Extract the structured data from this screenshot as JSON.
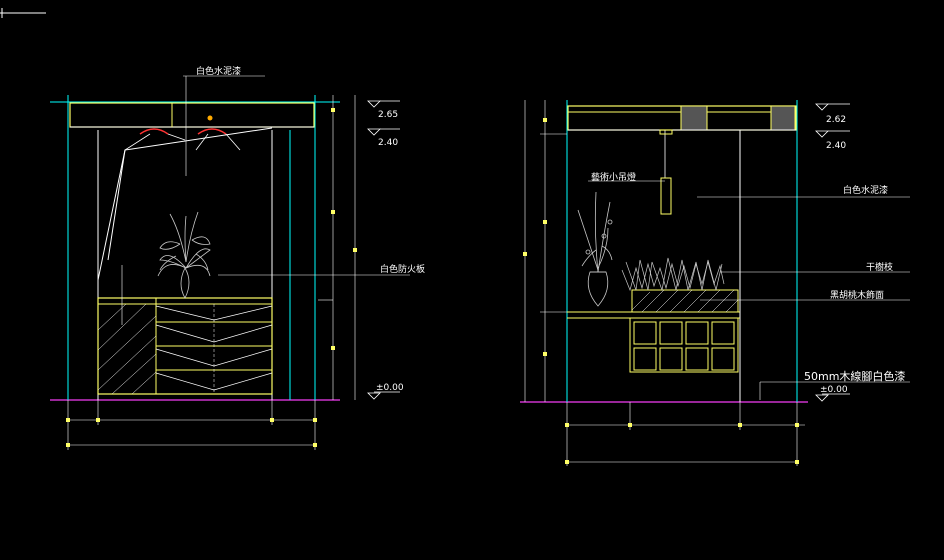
{
  "colors": {
    "background": "#000000",
    "frame": "#ffffff",
    "cyan": "#00ffff",
    "yellow": "#ffff66",
    "floor": "#cc33cc",
    "red": "#ff3333",
    "plant": "#c8c8c8"
  },
  "left_elevation": {
    "labels": {
      "ceiling_paint": "白色水泥漆",
      "fireproof_board": "白色防火板"
    },
    "levels": {
      "ceiling": "2.65",
      "soffit": "2.40",
      "floor": "±0.00"
    }
  },
  "right_elevation": {
    "labels": {
      "pendant": "藝術小吊燈",
      "ceiling_paint": "白色水泥漆",
      "dry_branches": "干樹枝",
      "walnut_veneer": "黑胡桃木飾面",
      "skirting": "50mm木線腳白色漆"
    },
    "levels": {
      "ceiling": "2.62",
      "soffit": "2.40",
      "floor": "±0.00"
    }
  }
}
